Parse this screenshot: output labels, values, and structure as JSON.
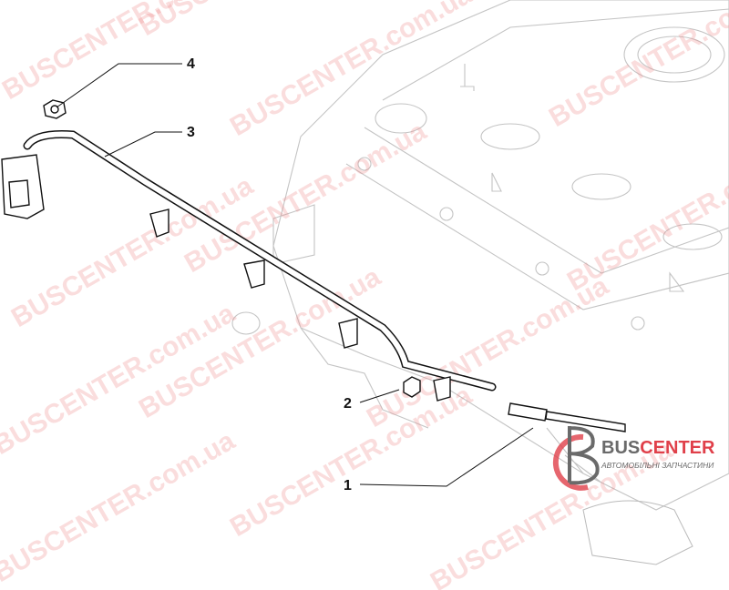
{
  "callouts": [
    {
      "id": "1",
      "label": "1"
    },
    {
      "id": "2",
      "label": "2"
    },
    {
      "id": "3",
      "label": "3"
    },
    {
      "id": "4",
      "label": "4"
    }
  ],
  "watermark": "BUSCENTER.com.ua",
  "logo": {
    "brand_a": "BUS",
    "brand_b": "CENTER",
    "tagline": "АВТОМОБІЛЬНІ ЗАПЧАСТИНИ"
  },
  "colors": {
    "brand_red": "#e0404a",
    "brand_grey": "#6a6a6a"
  }
}
